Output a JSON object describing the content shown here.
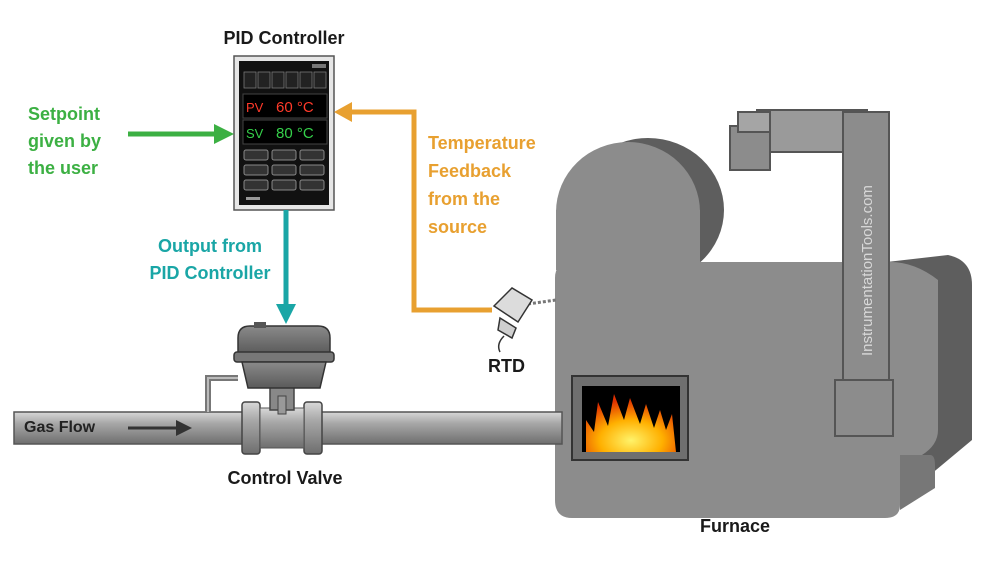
{
  "labels": {
    "pid_controller": "PID Controller",
    "setpoint": [
      "Setpoint",
      "given by",
      "the user"
    ],
    "temperature_feedback": [
      "Temperature",
      "Feedback",
      "from the",
      "source"
    ],
    "output": [
      "Output from",
      "PID Controller"
    ],
    "rtd": "RTD",
    "gas_flow": "Gas Flow",
    "control_valve": "Control Valve",
    "furnace": "Furnace",
    "watermark": "InstrumentationTools.com"
  },
  "controller": {
    "pv_label": "PV",
    "pv_value": "60 °C",
    "sv_label": "SV",
    "sv_value": "80 °C"
  },
  "colors": {
    "setpoint": "#3cb043",
    "feedback": "#e8a030",
    "output": "#1aa6a6",
    "furnace": "#8c8c8c",
    "furnace_shadow": "#5e5e5e",
    "text": "#1a1a1a"
  }
}
